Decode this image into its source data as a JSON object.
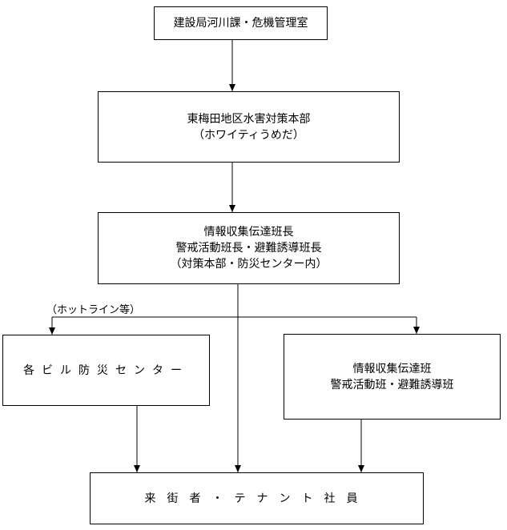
{
  "nodes": {
    "river_division": {
      "line1": "建設局河川課・危機管理室"
    },
    "hq": {
      "line1": "東梅田地区水害対策本部",
      "line2": "（ホワイティうめだ）"
    },
    "leaders": {
      "line1": "情報収集伝達班長",
      "line2": "警戒活動班長・避難誘導班長",
      "line3": "（対策本部・防災センター内）"
    },
    "building_centers": {
      "line1": "各ビル防災センター"
    },
    "teams": {
      "line1": "情報収集伝達班",
      "line2": "警戒活動班・避難誘導班"
    },
    "visitors": {
      "line1": "来街者・テナント社員"
    }
  },
  "edge_labels": {
    "hotline": "（ホットライン等）"
  }
}
